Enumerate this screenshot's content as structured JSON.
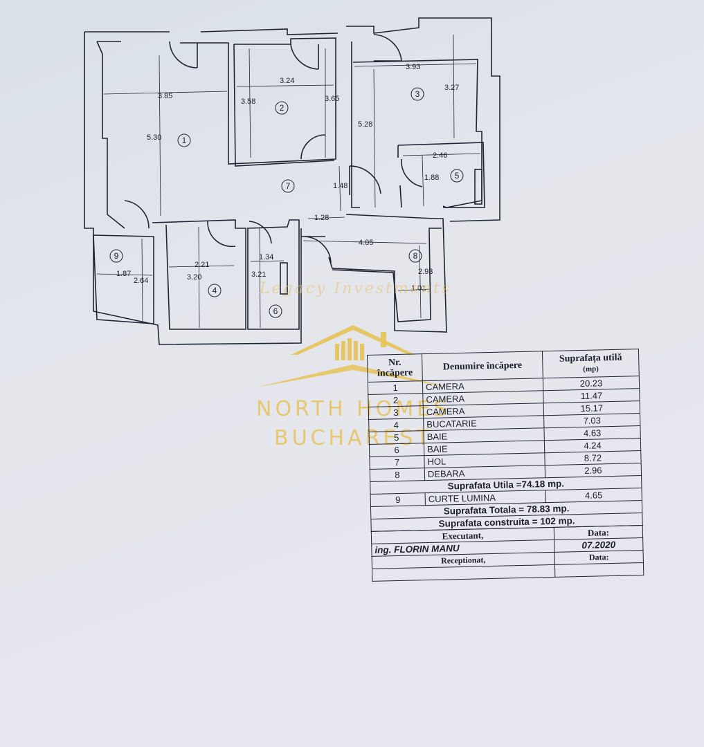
{
  "floor_plan": {
    "dimensions": [
      "3.85",
      "5.30",
      "3.24",
      "3.58",
      "3.65",
      "3.93",
      "3.27",
      "5.28",
      "2.46",
      "1.88",
      "1.48",
      "1.28",
      "4.05",
      "2.93",
      "1.01",
      "2.21",
      "3.20",
      "1.34",
      "3.21",
      "1.87",
      "2.64"
    ],
    "room_markers": [
      "1",
      "2",
      "3",
      "4",
      "5",
      "6",
      "7",
      "8",
      "9"
    ]
  },
  "schedule": {
    "headers": {
      "nr": "Nr. încăpere",
      "name": "Denumire încăpere",
      "area": "Suprafața utilă",
      "area_unit": "(mp)"
    },
    "rooms": [
      {
        "nr": "1",
        "name": "CAMERA",
        "area": "20.23"
      },
      {
        "nr": "2",
        "name": "CAMERA",
        "area": "11.47"
      },
      {
        "nr": "3",
        "name": "CAMERA",
        "area": "15.17"
      },
      {
        "nr": "4",
        "name": "BUCATARIE",
        "area": "7.03"
      },
      {
        "nr": "5",
        "name": "BAIE",
        "area": "4.63"
      },
      {
        "nr": "6",
        "name": "BAIE",
        "area": "4.24"
      },
      {
        "nr": "7",
        "name": "HOL",
        "area": "8.72"
      },
      {
        "nr": "8",
        "name": "DEBARA",
        "area": "2.96"
      }
    ],
    "useful_total": "Suprafata Utila =74.18 mp.",
    "extra_room": {
      "nr": "9",
      "name": "CURTE LUMINA",
      "area": "4.65"
    },
    "total": "Suprafata Totala = 78.83 mp.",
    "built": "Suprafata construita = 102 mp.",
    "executant_label": "Executant,",
    "date_label": "Data:",
    "executant": "ing. FLORIN MANU",
    "date": "07.2020",
    "received_label": "Receptionat,",
    "date_label_2": "Data:"
  },
  "watermark": {
    "script_text": "Legacy Investments",
    "brand_line_1": "NORTH HOMES",
    "brand_line_2": "BUCHAREST"
  },
  "colors": {
    "ink": "#1b1f2a",
    "gold": "#e7c257"
  }
}
